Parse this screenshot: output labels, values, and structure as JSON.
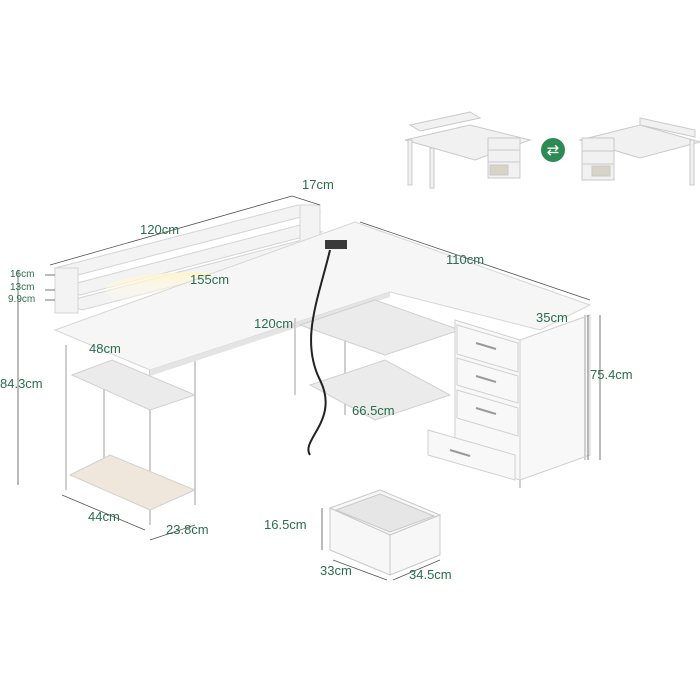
{
  "dimensions": {
    "hutch_depth": "17cm",
    "hutch_width": "120cm",
    "shelf_1": "16cm",
    "shelf_2": "13cm",
    "shelf_3": "9.9cm",
    "desk_left_length": "155cm",
    "desk_right_length": "110cm",
    "desk_inner_length": "120cm",
    "desk_depth_left": "48cm",
    "desk_depth_right": "35cm",
    "total_height": "84.3cm",
    "desk_height": "75.4cm",
    "shelf_width": "66.5cm",
    "leg_base": "44cm",
    "shelf_depth": "23.8cm",
    "bin_height": "16.5cm",
    "bin_depth": "33cm",
    "bin_width": "34.5cm"
  },
  "swap_icon": "⇄",
  "colors": {
    "accent": "#2a6e4c",
    "swap_badge": "#2e8a55",
    "product": "#f2f2f2"
  }
}
